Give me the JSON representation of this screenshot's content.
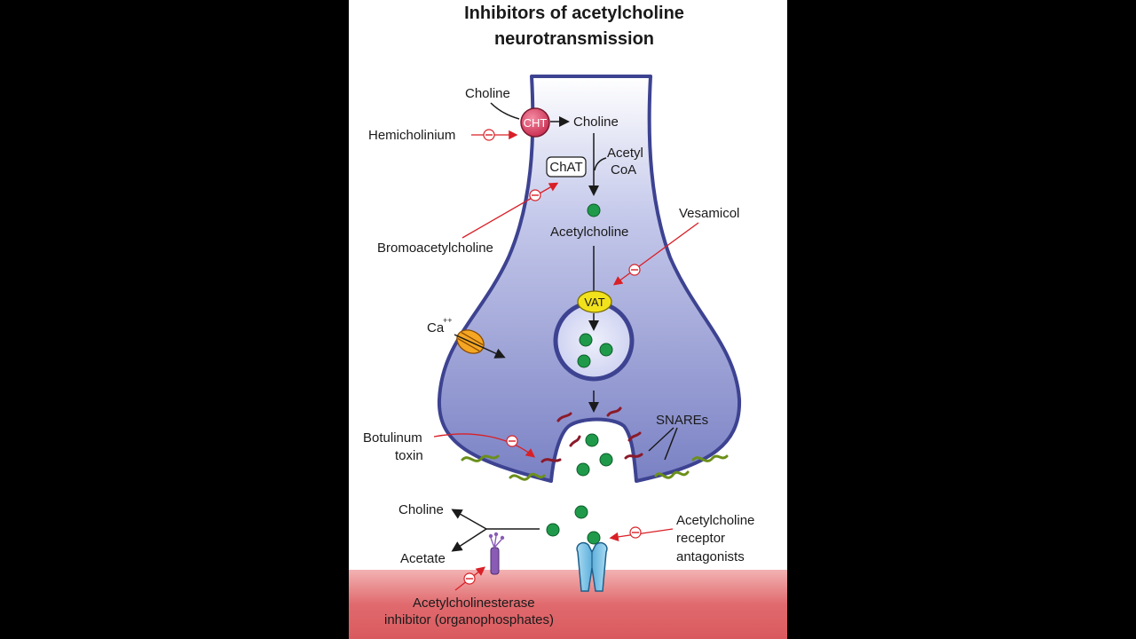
{
  "title": {
    "line1": "Inhibitors of acetylcholine",
    "line2": "neurotransmission"
  },
  "labels": {
    "choline_in": "Choline",
    "cht": "CHT",
    "choline_inside": "Choline",
    "hemicholinium": "Hemicholinium",
    "chat": "ChAT",
    "acetyl": "Acetyl",
    "coa": "CoA",
    "bromoacetylcholine": "Bromoacetylcholine",
    "acetylcholine": "Acetylcholine",
    "vesamicol": "Vesamicol",
    "vat": "VAT",
    "ca": "Ca",
    "ca_charge": "++",
    "snares": "SNAREs",
    "botulinum_line1": "Botulinum",
    "botulinum_line2": "toxin",
    "choline_out": "Choline",
    "acetate": "Acetate",
    "receptor_line1": "Acetylcholine",
    "receptor_line2": "receptor",
    "receptor_line3": "antagonists",
    "ache_line1": "Acetylcholinesterase",
    "ache_line2": "inhibitor (organophosphates)"
  },
  "colors": {
    "terminal_fill": "#8088c8",
    "terminal_stroke": "#3d4391",
    "inhibitor_red": "#d92027",
    "acetylcholine_green": "#1f9a4a",
    "cht_pink": "#d94062",
    "vat_yellow": "#f2e21c",
    "postsynaptic_red": "#e06a6e",
    "receptor_blue": "#7fc3e6",
    "ache_purple": "#8a5bb5"
  },
  "icons": {
    "inhibition": "minus-circle-icon",
    "molecule": "green-circle-icon"
  }
}
